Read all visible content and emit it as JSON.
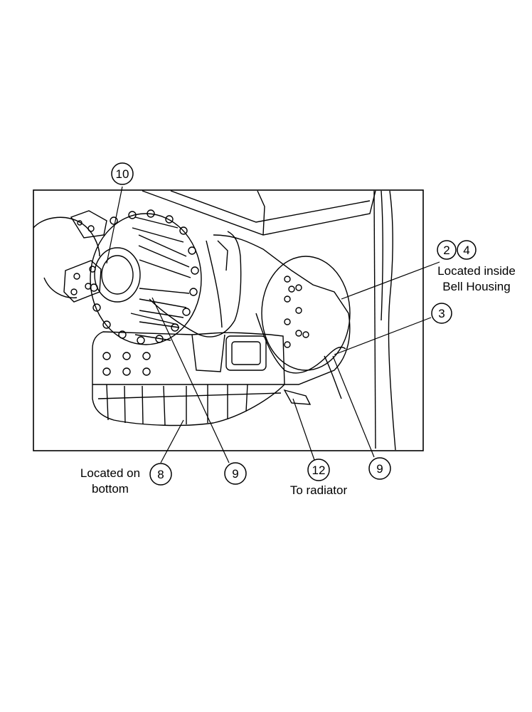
{
  "figure": {
    "callouts": [
      {
        "id": "c10",
        "number": "10"
      },
      {
        "id": "c2",
        "number": "2"
      },
      {
        "id": "c4",
        "number": "4"
      },
      {
        "id": "c3",
        "number": "3"
      },
      {
        "id": "c8",
        "number": "8"
      },
      {
        "id": "c9a",
        "number": "9"
      },
      {
        "id": "c12",
        "number": "12"
      },
      {
        "id": "c9b",
        "number": "9"
      }
    ],
    "notes": {
      "bell_housing_line1": "Located inside",
      "bell_housing_line2": "Bell Housing",
      "bottom_line1": "Located on",
      "bottom_line2": "bottom",
      "radiator": "To radiator"
    }
  }
}
